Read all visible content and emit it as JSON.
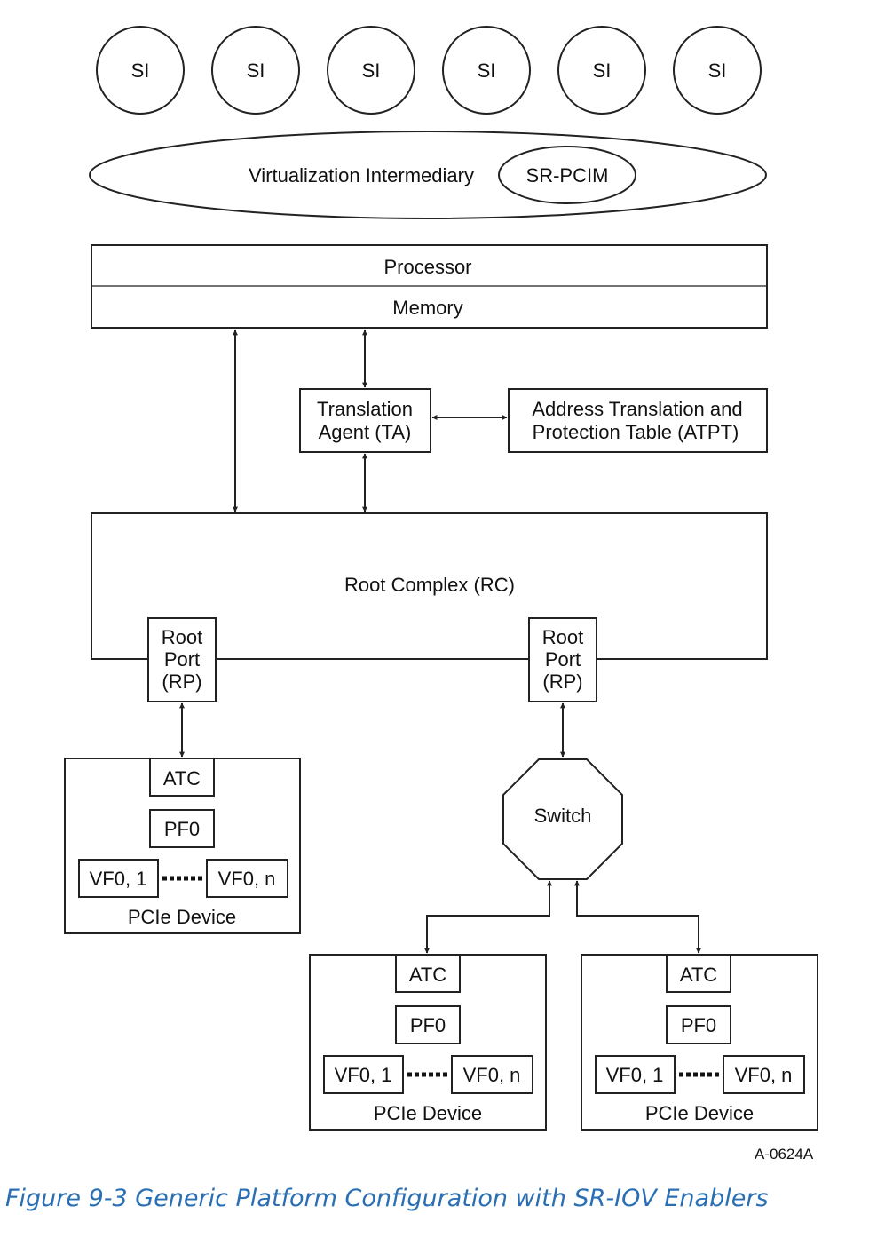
{
  "system_images": [
    "SI",
    "SI",
    "SI",
    "SI",
    "SI",
    "SI"
  ],
  "virtualization": {
    "label": "Virtualization Intermediary",
    "srpcim": "SR-PCIM"
  },
  "processor": "Processor",
  "memory": "Memory",
  "translation_agent": [
    "Translation",
    "Agent (TA)"
  ],
  "atpt": [
    "Address Translation and",
    "Protection Table (ATPT)"
  ],
  "root_complex": "Root Complex (RC)",
  "root_port": [
    "Root",
    "Port",
    "(RP)"
  ],
  "switch": "Switch",
  "device": {
    "atc": "ATC",
    "pf": "PF0",
    "vf_first": "VF0, 1",
    "vf_last": "VF0, n",
    "name": "PCIe Device"
  },
  "doc_id": "A-0624A",
  "caption": "Figure  9-3  Generic Platform Configuration with SR-IOV Enablers"
}
